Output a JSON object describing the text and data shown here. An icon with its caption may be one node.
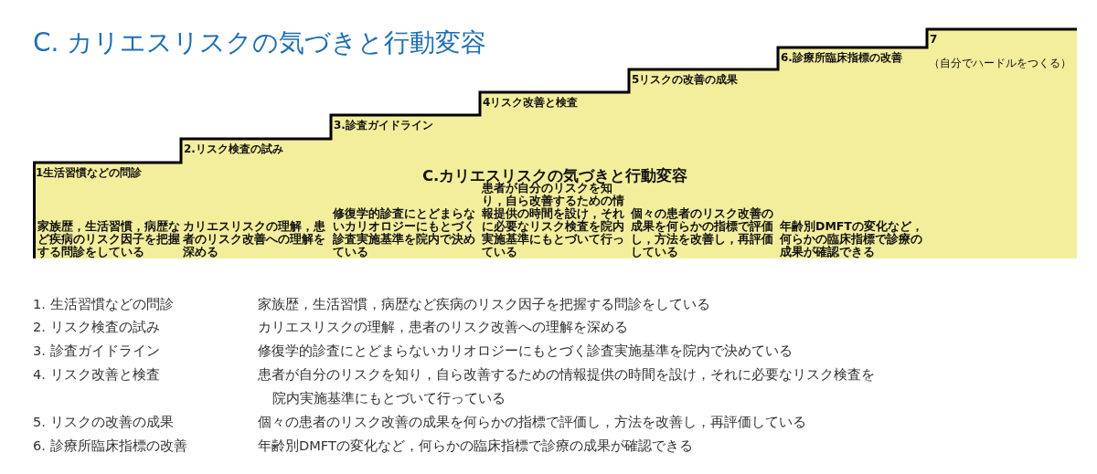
{
  "diagram": {
    "title": "C. カリエスリスクの気づきと行動変容",
    "nodes": [
      {
        "text": [
          "1生活習慣などの問診",
          "2.リスク検査の試み",
          "3.診査ガイドライン",
          "4リスク改善と検査",
          "5リスクの改善の成果",
          "6.診療所臨床指標の改善",
          "7",
          "（自分でハードルをつくる）",
          "C.カリエスリスクの気づきと行動変容",
          "家族歴，生活習慣，病歴など疾病のリスク因子を把握する問診をしている",
          "カリエスリスクの理解，患者のリスク改善への理解を深める",
          "修復学的診査にとどまらないカリオロジーにもとづく診査実施基準を院内で決めている",
          "患者が自分のリスクを知り，自ら改善するための情報提供の時間を設け，それに必要なリスク検査を院内実施基準にもとづいて行っている",
          "個々の患者のリスク改善の成果を何らかの指標で評価し，方法を改善し，再評価している",
          "年齢別DMFTの変化など，何らかの臨床指標で診療の成果が確認できる"
        ]
      }
    ],
    "labels": [
      "1. 生活習慣などの問診",
      "家族歴，生活習慣，病歴など疾病のリスク因子を把握する問診をしている",
      "2. リスク検査の試み",
      "カリエスリスクの理解，患者のリスク改善への理解を深める",
      "3. 診査ガイドライン",
      "修復学的診査にとどまらないカリオロジーにもとづく診査実施基準を院内で決めている",
      "4. リスク改善と検査",
      "患者が自分のリスクを知り，自ら改善するための情報提供の時間を設け，それに必要なリスク検査を院内実施基準にもとづいて行っている",
      "5. リスクの改善の成果",
      "個々の患者のリスク改善の成果を何らかの指標で評価し，方法を改善し，再評価している",
      "6. 診療所臨床指標の改善",
      "年齢別DMFTの変化など，何らかの臨床指標で診療の成果が確認できる"
    ]
  }
}
